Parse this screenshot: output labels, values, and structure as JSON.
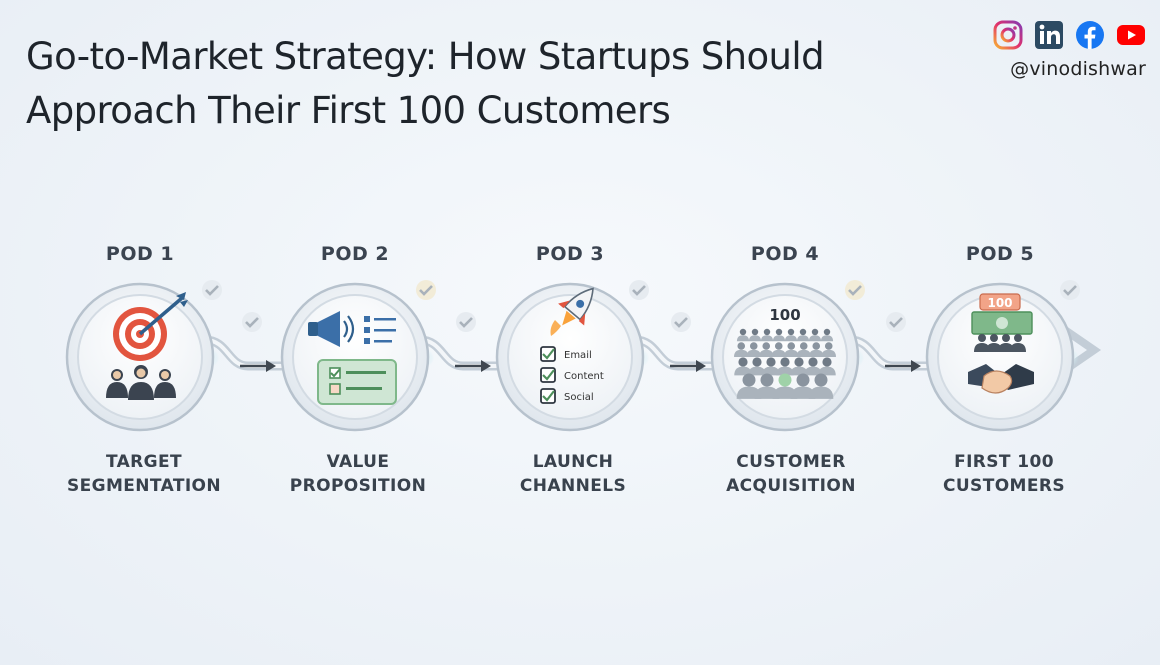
{
  "header": {
    "title_line1": "Go-to-Market Strategy: How Startups Should",
    "title_line2": "Approach Their First 100 Customers",
    "handle": "@vinodishwar"
  },
  "social_icons": [
    "instagram-icon",
    "linkedin-icon",
    "facebook-icon",
    "youtube-icon"
  ],
  "colors": {
    "ring": "#c9d3dd",
    "connector": "#b9c4cf",
    "arrow": "#3f4750",
    "check": "#b7bec6",
    "accent_red": "#e2553f",
    "accent_green": "#7fb88a",
    "accent_blue": "#3b6fa8"
  },
  "pods": [
    {
      "label": "POD 1",
      "name_line1": "TARGET",
      "name_line2": "SEGMENTATION",
      "icon": "target-audience-icon"
    },
    {
      "label": "POD 2",
      "name_line1": "VALUE",
      "name_line2": "PROPOSITION",
      "icon": "megaphone-checklist-icon"
    },
    {
      "label": "POD 3",
      "name_line1": "LAUNCH",
      "name_line2": "CHANNELS",
      "icon": "rocket-icon",
      "channels": [
        "Email",
        "Content",
        "Social"
      ]
    },
    {
      "label": "POD 4",
      "name_line1": "CUSTOMER",
      "name_line2": "ACQUISITION",
      "icon": "crowd-icon",
      "badge": "100"
    },
    {
      "label": "POD 5",
      "name_line1": "FIRST 100",
      "name_line2": "CUSTOMERS",
      "icon": "handshake-icon",
      "badge": "100"
    }
  ]
}
